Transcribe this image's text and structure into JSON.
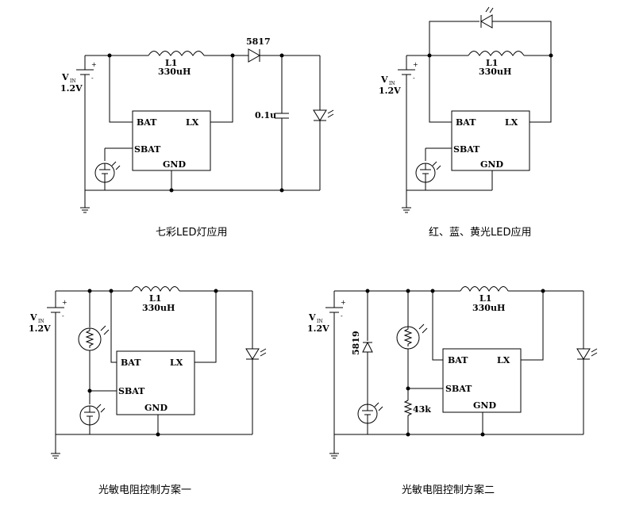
{
  "circuits": [
    {
      "caption": "七彩LED灯应用",
      "vin_label": "V",
      "vin_sub": "IN",
      "voltage": "1.2V",
      "inductor_name": "L1",
      "inductor_value": "330uH",
      "diode_label": "5817",
      "cap_label": "0.1u",
      "pins": {
        "bat": "BAT",
        "lx": "LX",
        "sbat": "SBAT",
        "gnd": "GND"
      }
    },
    {
      "caption": "红、蓝、黄光LED应用",
      "vin_label": "V",
      "vin_sub": "IN",
      "voltage": "1.2V",
      "inductor_name": "L1",
      "inductor_value": "330uH",
      "pins": {
        "bat": "BAT",
        "lx": "LX",
        "sbat": "SBAT",
        "gnd": "GND"
      }
    },
    {
      "caption": "光敏电阻控制方案一",
      "vin_label": "V",
      "vin_sub": "IN",
      "voltage": "1.2V",
      "inductor_name": "L1",
      "inductor_value": "330uH",
      "pins": {
        "bat": "BAT",
        "lx": "LX",
        "sbat": "SBAT",
        "gnd": "GND"
      }
    },
    {
      "caption": "光敏电阻控制方案二",
      "vin_label": "V",
      "vin_sub": "IN",
      "voltage": "1.2V",
      "inductor_name": "L1",
      "inductor_value": "330uH",
      "diode_label": "5819",
      "resistor_label": "43k",
      "pins": {
        "bat": "BAT",
        "lx": "LX",
        "sbat": "SBAT",
        "gnd": "GND"
      }
    }
  ]
}
